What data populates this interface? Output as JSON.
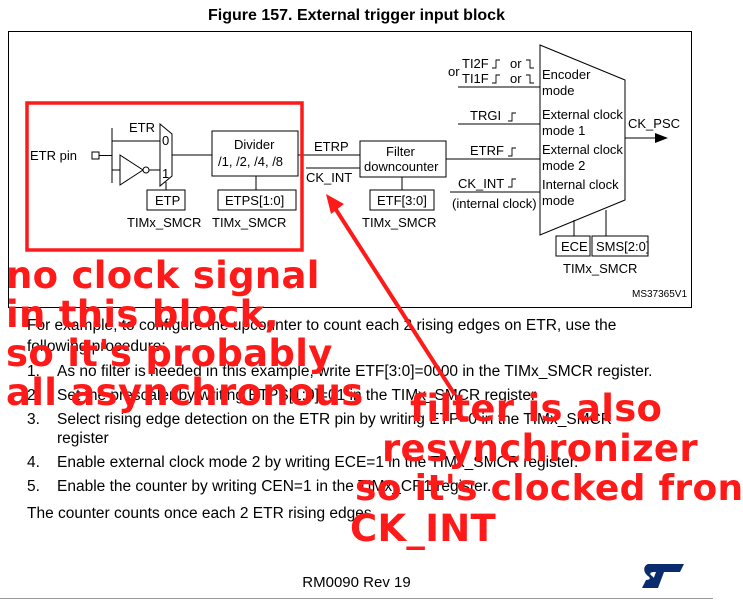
{
  "figure_title": "Figure 157. External trigger input block",
  "diagram": {
    "etr_pin": "ETR pin",
    "etr": "ETR",
    "mux_0": "0",
    "mux_1": "1",
    "etp": "ETP",
    "timx_smcr_1": "TIMx_SMCR",
    "divider_line1": "Divider",
    "divider_line2": "/1, /2, /4, /8",
    "etps": "ETPS[1:0]",
    "timx_smcr_2": "TIMx_SMCR",
    "etrp": "ETRP",
    "ck_int_in": "CK_INT",
    "filter_line1": "Filter",
    "filter_line2": "downcounter",
    "etf": "ETF[3:0]",
    "timx_smcr_3": "TIMx_SMCR",
    "or": "or",
    "ti2f": "TI2F",
    "ti1f": "TI1F",
    "or2": "or",
    "or3": "or",
    "encoder_line1": "Encoder",
    "encoder_line2": "mode",
    "trgi": "TRGI",
    "ext1_line1": "External clock",
    "ext1_line2": "mode 1",
    "etrf": "ETRF",
    "ext2_line1": "External clock",
    "ext2_line2": "mode 2",
    "ck_int": "CK_INT",
    "internal_clock": "(internal clock)",
    "intclk_line1": "Internal clock",
    "intclk_line2": "mode",
    "ck_psc": "CK_PSC",
    "ece": "ECE",
    "sms": "SMS[2:0]",
    "timx_smcr_4": "TIMx_SMCR",
    "ref_code": "MS37365V1"
  },
  "procedure": {
    "intro_line1": "For example, to configure the upcounter to count each 2 rising edges on ETR, use the",
    "intro_line2": "following procedure:",
    "steps": [
      {
        "num": "1.",
        "text": "As no filter is needed in this example, write ETF[3:0]=0000 in the TIMx_SMCR register."
      },
      {
        "num": "2.",
        "text": "Set the prescaler by writing ETPS[1:0]=01 in the TIMx_SMCR register"
      },
      {
        "num": "3.",
        "text": "Select rising edge detection on the ETR pin by writing ETP=0 in the TIMx_SMCR",
        "text2": "register"
      },
      {
        "num": "4.",
        "text": "Enable external clock mode 2 by writing ECE=1 in the TIMx_SMCR register."
      },
      {
        "num": "5.",
        "text": "Enable the counter by writing CEN=1 in the TIMx_CR1 register."
      }
    ],
    "conclusion": "The counter counts once each 2 ETR rising edges."
  },
  "footer": "RM0090 Rev 19",
  "annotations": {
    "left_1": "no clock signal",
    "left_2": "in this block,",
    "left_3": "so it's probably",
    "left_4": "all asynchronous",
    "right_1": "filter is also",
    "right_2": "resynchronizer",
    "right_3": "so it's clocked fron",
    "right_4": "CK_INT"
  },
  "colors": {
    "annotation_red": "#ff1a1a",
    "logo_blue": "#0a2c6f"
  }
}
